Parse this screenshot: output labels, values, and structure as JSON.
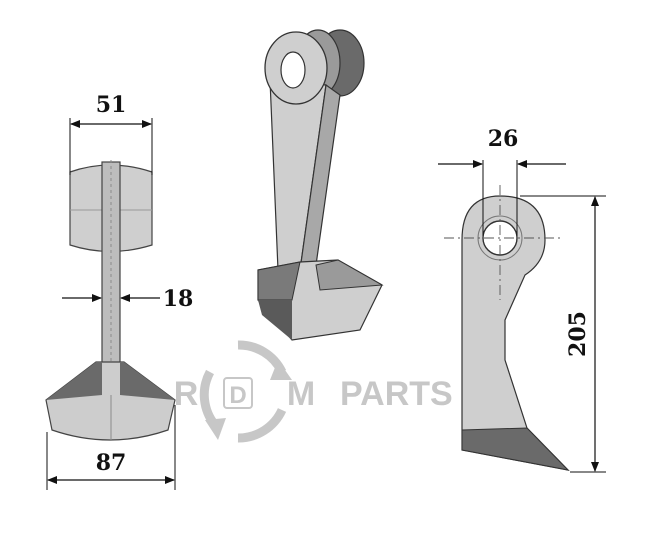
{
  "dimensions": {
    "front_top_width": "51",
    "front_shank_thickness": "18",
    "front_blade_width": "87",
    "side_hole_diameter": "26",
    "side_length": "205"
  },
  "watermark": {
    "letter_r": "R",
    "letter_d": "D",
    "letter_m": "M",
    "word": "PARTS"
  },
  "colors": {
    "part_fill": "#c8c8c8",
    "part_dark": "#8a8a8a",
    "part_shadow": "#5a5a5a",
    "outline": "#333333",
    "watermark": "#b0b0b0"
  }
}
